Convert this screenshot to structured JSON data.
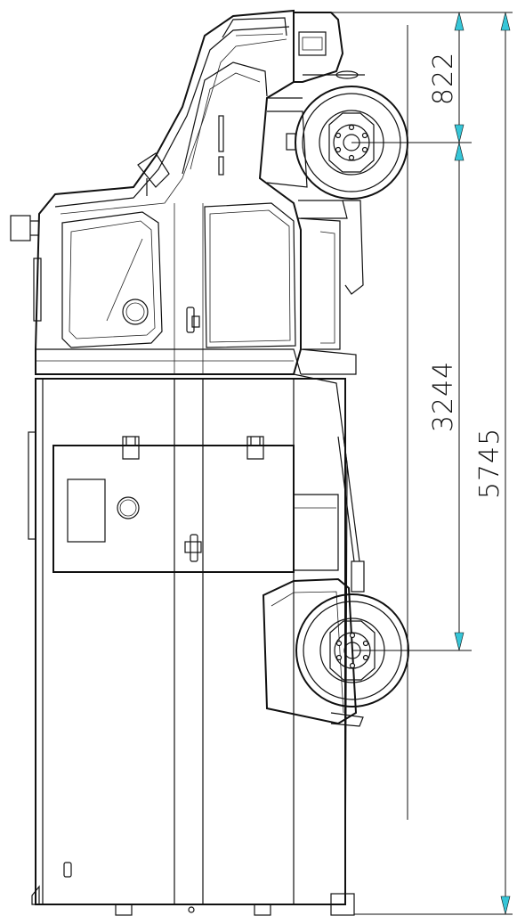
{
  "dimensions": {
    "front_overhang": "822",
    "wheelbase": "3244",
    "overall_length": "5745"
  },
  "colors": {
    "line": "#111111",
    "arrow": "#36c6d8",
    "background": "#ffffff"
  }
}
